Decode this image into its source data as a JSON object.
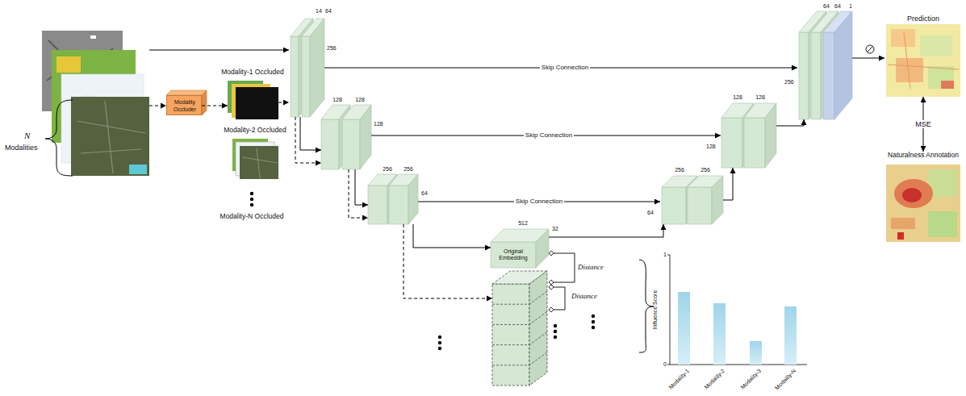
{
  "diagram": {
    "nodes": [
      {
        "text": [
          "N",
          "Modalities"
        ]
      },
      {
        "text": [
          "Modality Occluder"
        ]
      },
      {
        "text": [
          "Modality-1 Occluded"
        ]
      },
      {
        "text": [
          "Modality-2 Occluded"
        ]
      },
      {
        "text": [
          "14",
          "64",
          "256"
        ]
      },
      {
        "text": [
          "128",
          "128",
          "128"
        ]
      },
      {
        "text": [
          "256",
          "256",
          "64"
        ]
      },
      {
        "text": [
          "512",
          "32",
          "Original Embedding"
        ]
      },
      {
        "text": [
          "256",
          "256",
          "64"
        ]
      },
      {
        "text": [
          "128",
          "128",
          "128"
        ]
      },
      {
        "text": [
          "64",
          "64",
          "1",
          "256"
        ]
      },
      {
        "text": [
          "Prediction"
        ]
      },
      {
        "text": [
          "Naturalness Annotation"
        ]
      }
    ],
    "edges": [
      {
        "from": 0,
        "to": 4,
        "arrow": "to"
      },
      {
        "from": 0,
        "to": 1,
        "arrow": "to"
      },
      {
        "from": 1,
        "to": 2,
        "arrow": "to"
      },
      {
        "from": 2,
        "to": 4,
        "arrow": "to"
      },
      {
        "from": 4,
        "to": 5,
        "arrow": "to"
      },
      {
        "from": 4,
        "to": 5,
        "arrow": "to"
      },
      {
        "from": 5,
        "to": 6,
        "arrow": "to"
      },
      {
        "from": 5,
        "to": 6,
        "arrow": "to"
      },
      {
        "from": 6,
        "to": 7,
        "arrow": "to"
      },
      {
        "from": 4,
        "to": 10,
        "label": "Skip Connection",
        "arrow": "to"
      },
      {
        "from": 5,
        "to": 9,
        "label": "Skip Connection",
        "arrow": "to"
      },
      {
        "from": 6,
        "to": 8,
        "label": "Skip Connection",
        "arrow": "to"
      },
      {
        "from": 7,
        "to": 8,
        "arrow": "to"
      },
      {
        "from": 8,
        "to": 9,
        "arrow": "to"
      },
      {
        "from": 9,
        "to": 10,
        "arrow": "to"
      },
      {
        "from": 10,
        "to": 11,
        "arrow": "to"
      },
      {
        "from": 11,
        "to": 12,
        "label": "MSE",
        "arrow": "both"
      }
    ],
    "labels": [
      "Modality-N Occluded",
      "Distance",
      "Distance",
      "Influence Score",
      "1",
      "0",
      "Modality-1",
      "Modality-2",
      "Modality-3",
      "Modality-N"
    ]
  }
}
